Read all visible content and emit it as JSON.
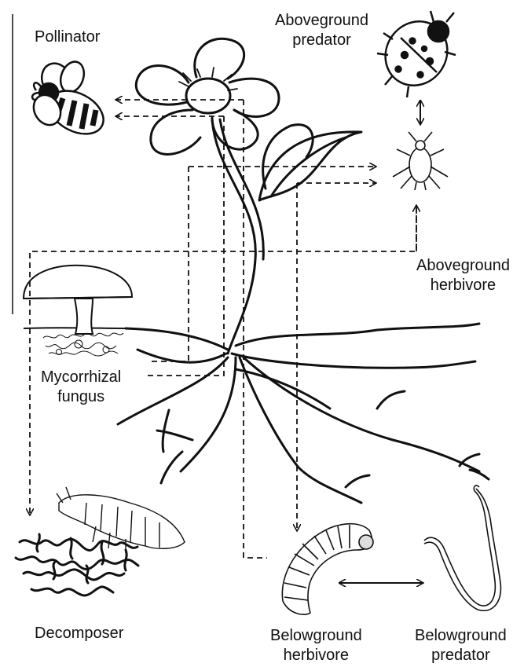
{
  "labels": {
    "pollinator": "Pollinator",
    "aboveground_predator": [
      "Aboveground",
      "predator"
    ],
    "aboveground_herbivore": [
      "Aboveground",
      "herbivore"
    ],
    "mycorrhizal_fungus": [
      "Mycorrhizal",
      "fungus"
    ],
    "decomposer": "Decomposer",
    "belowground_herbivore": [
      "Belowground",
      "herbivore"
    ],
    "belowground_predator": [
      "Belowground",
      "predator"
    ]
  },
  "colors": {
    "ink": "#111111",
    "background": "#ffffff"
  },
  "icons": [
    "flower-plant-icon",
    "bee-icon",
    "ladybird-icon",
    "aphid-icon",
    "mushroom-icon",
    "springtail-icon",
    "fungal-hyphae-icon",
    "grub-larva-icon",
    "nematode-icon"
  ]
}
